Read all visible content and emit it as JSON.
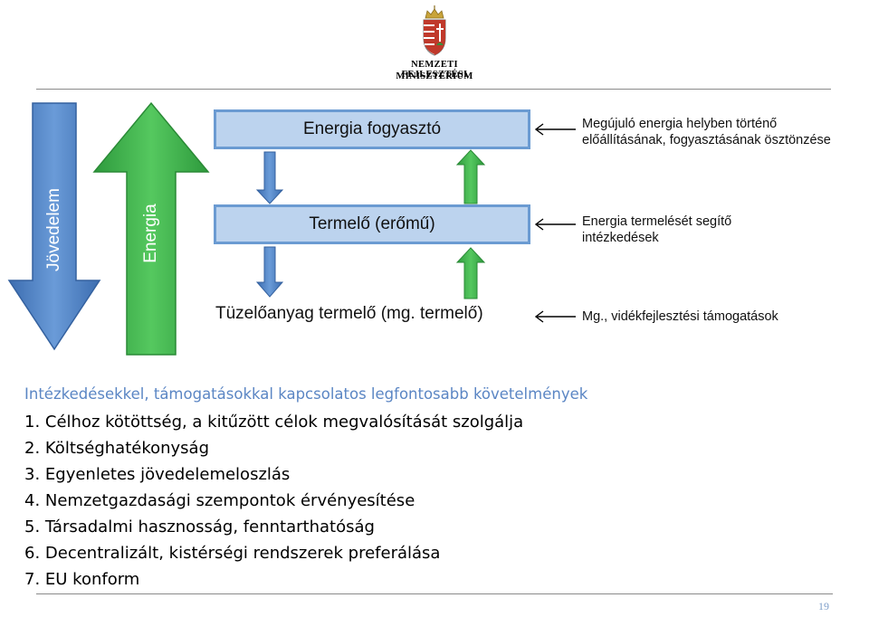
{
  "logo": {
    "line1": "NEMZETI FEJLESZTÉSI",
    "line2": "MINISZTÉRIUM"
  },
  "diagram": {
    "arrow_left_label": "Jövedelem",
    "arrow_up_label": "Energia",
    "box_consumer": "Energia fogyasztó",
    "box_producer": "Termelő (erőmű)",
    "fuel_label": "Tüzelőanyag termelő (mg. termelő)",
    "notes": [
      "Megújuló energia helyben történő",
      "előállításának, fogyasztásának ösztönzése",
      "Energia termelését segítő",
      "intézkedések",
      "Mg., vidékfejlesztési támogatások"
    ],
    "colors": {
      "blue_arrow": "#4f81bd",
      "green_arrow": "#3db34a",
      "box_fill": "#bcd3ee",
      "box_border": "#6b9bd2"
    }
  },
  "requirements": {
    "title": "Intézkedésekkel, támogatásokkal kapcsolatos legfontosabb követelmények",
    "items": [
      "1.  Célhoz kötöttség, a kitűzött célok megvalósítását szolgálja",
      "2.  Költséghatékonyság",
      "3.  Egyenletes jövedelemeloszlás",
      "4.  Nemzetgazdasági szempontok érvényesítése",
      "5.  Társadalmi hasznosság, fenntarthatóság",
      "6.  Decentralizált, kistérségi rendszerek preferálása",
      "7.  EU konform"
    ]
  },
  "page_number": "19"
}
